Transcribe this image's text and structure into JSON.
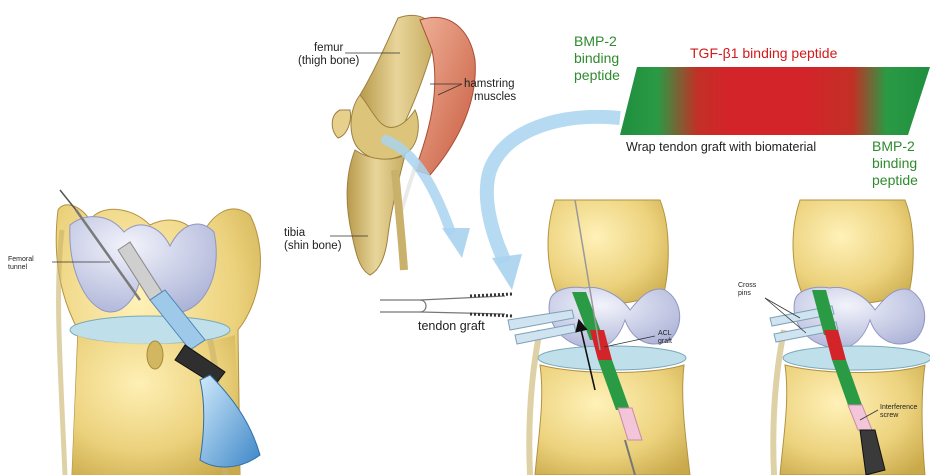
{
  "labels": {
    "femoral_tunnel": "Femoral\ntunnel",
    "femur": "femur",
    "femur_sub": "(thigh bone)",
    "hamstring": "hamstring",
    "hamstring_sub": "muscles",
    "tibia": "tibia",
    "tibia_sub": "(shin bone)",
    "tendon_graft": "tendon graft",
    "bmp2_left_1": "BMP-2",
    "bmp2_left_2": "binding",
    "bmp2_left_3": "peptide",
    "tgf": "TGF-β1 binding peptide",
    "wrap": "Wrap tendon graft with biomaterial",
    "bmp2_right_1": "BMP-2",
    "bmp2_right_2": "binding",
    "bmp2_right_3": "peptide",
    "acl_graft_1": "ACL",
    "acl_graft_2": "graft",
    "cross_pins_1": "Cross",
    "cross_pins_2": "pins",
    "interference_1": "Interference",
    "interference_2": "screw"
  },
  "colors": {
    "bone": "#e9cf7a",
    "bone_dark": "#c9a94a",
    "cartilage": "#c9cde6",
    "green": "#2a9a45",
    "red": "#d3242a",
    "arrow_blue": "#a9d3ee",
    "muscle": "#d9826a"
  },
  "icons": [
    "drill-icon",
    "scissors-icon",
    "arrow-curve-icon"
  ]
}
